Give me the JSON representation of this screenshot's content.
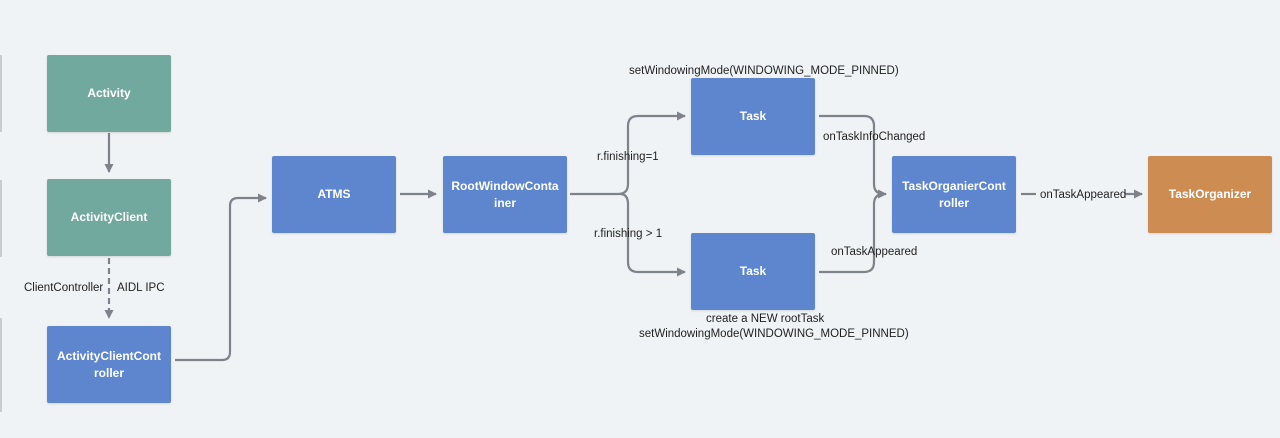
{
  "nodes": {
    "activity": "Activity",
    "activity_client": "ActivityClient",
    "activity_client_controller": "ActivityClientController",
    "atms": "ATMS",
    "root_window_container": "RootWindowContainer",
    "task_top": "Task",
    "task_bottom": "Task",
    "task_organizer_controller": "TaskOrganierController",
    "task_organizer": "TaskOrganizer"
  },
  "labels": {
    "client_controller": "ClientController",
    "aidl_ipc": "AIDL IPC",
    "finishing_eq": "r.finishing=1",
    "finishing_gt": "r.finishing > 1",
    "set_windowing_mode_top": "setWindowingMode(WINDOWING_MODE_PINNED)",
    "on_task_info_changed": "onTaskInfoChanged",
    "on_task_appeared_bottom": "onTaskAppeared",
    "on_task_appeared_right": "onTaskAppeared",
    "create_root_task": "create a NEW rootTask",
    "set_windowing_mode_bottom": "setWindowingMode(WINDOWING_MODE_PINNED)"
  },
  "colors": {
    "activity_green": "#72a99e",
    "component_blue": "#5d86cf",
    "organizer_orange": "#cd8c52",
    "connector": "#7e838b",
    "background": "#f0f3f5"
  }
}
